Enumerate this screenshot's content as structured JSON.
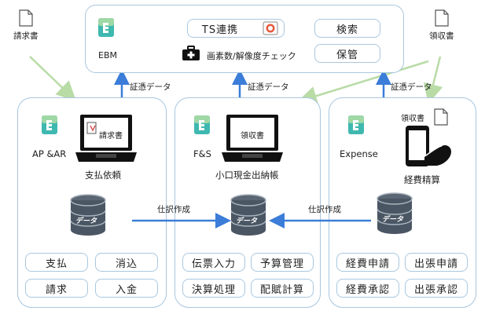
{
  "top": {
    "ebm_label": "EBM",
    "ts_label": "TS連携",
    "search_label": "検索",
    "storage_label": "保管",
    "check_label": "画素数/解像度チェック"
  },
  "docs": {
    "invoice_label": "請求書",
    "receipt_label": "領収書"
  },
  "links": {
    "evidence_left": "証憑データ",
    "evidence_mid": "証憑データ",
    "evidence_right": "証憑データ",
    "journal_left": "仕訳作成",
    "journal_right": "仕訳作成"
  },
  "apar": {
    "app_label": "AP &AR",
    "screen_doc": "請求書",
    "caption": "支払依頼",
    "db_label": "データ",
    "buttons": [
      "支払",
      "消込",
      "請求",
      "入金"
    ]
  },
  "fs": {
    "app_label": "F&S",
    "screen_doc": "領収書",
    "caption": "小口現金出納帳",
    "db_label": "データ",
    "buttons": [
      "伝票入力",
      "予算管理",
      "決算処理",
      "配賦計算"
    ]
  },
  "expense": {
    "app_label": "Expense",
    "receipt_label": "領収書",
    "caption": "経費精算",
    "db_label": "データ",
    "buttons": [
      "経費申請",
      "出張申請",
      "経費承認",
      "出張承認"
    ]
  },
  "colors": {
    "panel_border": "#a9c7df",
    "blue_arrow": "#3b7dd8",
    "green_arrow": "#b9dba6",
    "db_dark": "#4a5663",
    "logo_teal": "#3fb8b0"
  }
}
